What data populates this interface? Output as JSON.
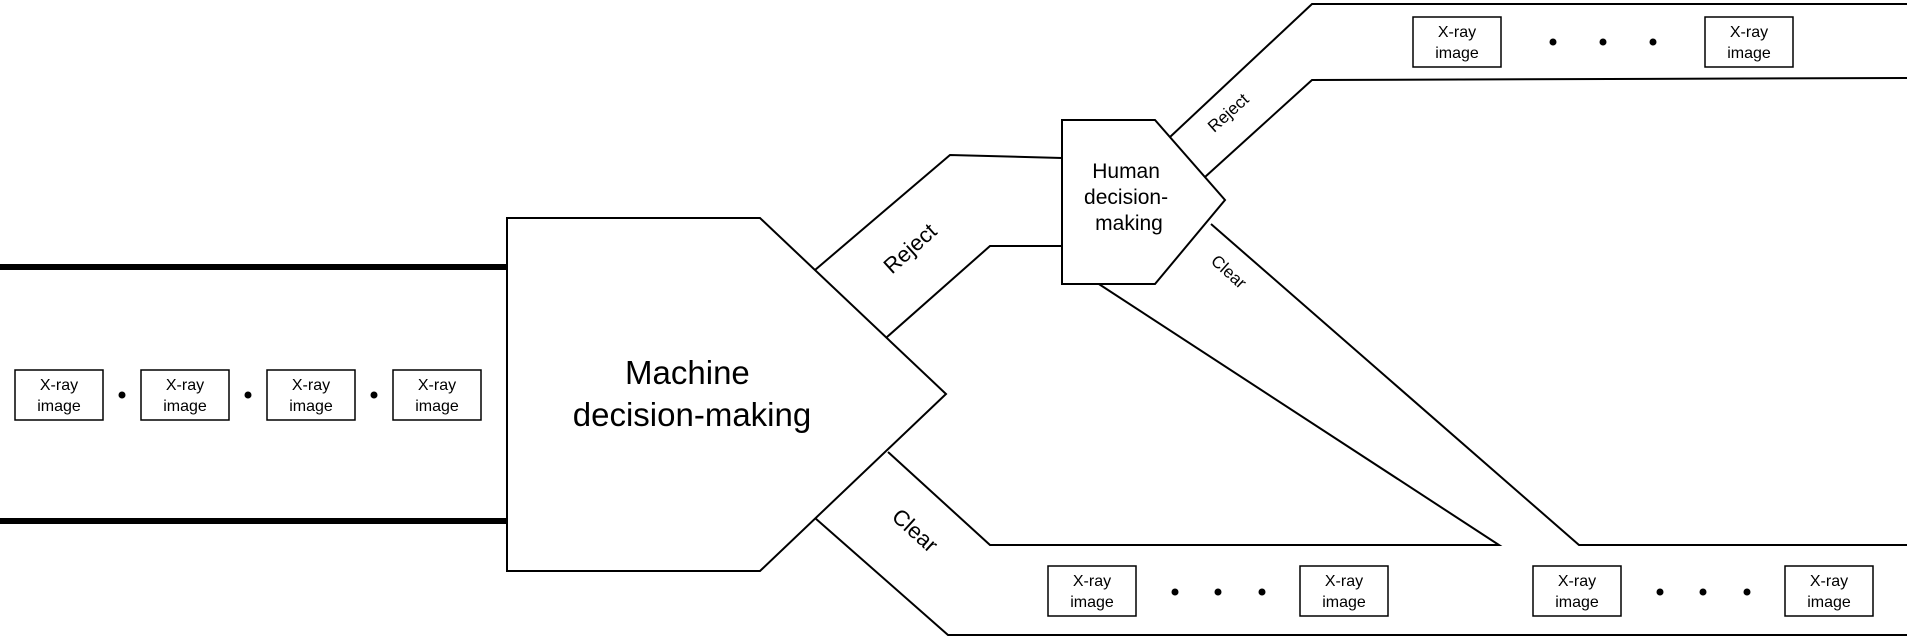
{
  "xray_label": {
    "line1": "X-ray",
    "line2": "image"
  },
  "machine": {
    "line1": "Machine",
    "line2": "decision-making"
  },
  "human": {
    "line1": "Human",
    "line2": "decision-",
    "line3": "making"
  },
  "labels": {
    "machine_reject": "Reject",
    "machine_clear": "Clear",
    "human_reject": "Reject",
    "human_clear": "Clear"
  },
  "ellipsis_dot": "•"
}
